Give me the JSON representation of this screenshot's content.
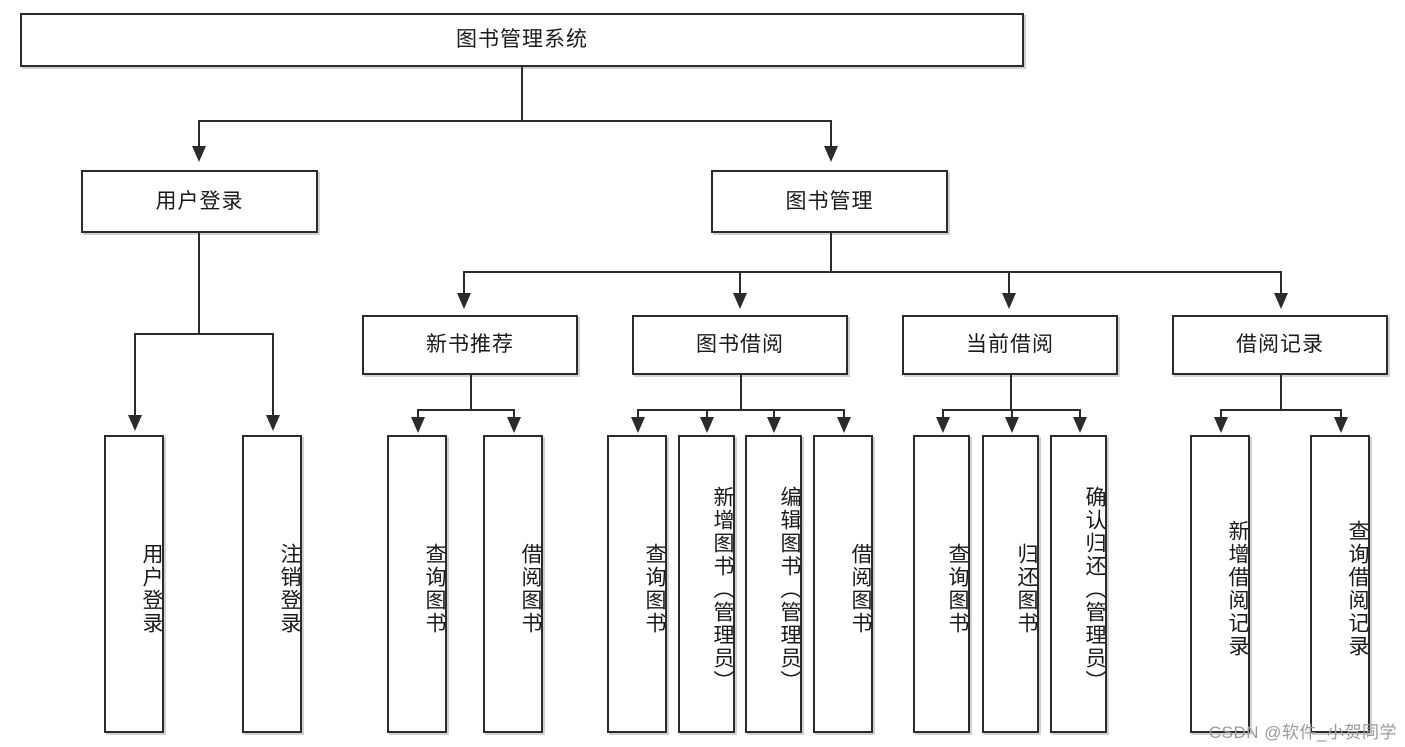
{
  "diagram": {
    "title": "图书管理系统",
    "type": "tree-hierarchy",
    "watermark": "CSDN @软件_小贺同学",
    "colors": {
      "box_border": "#2b2b2b",
      "box_fill": "#ffffff",
      "connector": "#2b2b2b",
      "text": "#1a1a1a",
      "watermark": "#9a9a9a"
    }
  },
  "root": {
    "label": "图书管理系统"
  },
  "level1": [
    {
      "label": "用户登录"
    },
    {
      "label": "图书管理"
    }
  ],
  "level2": [
    {
      "label": "新书推荐"
    },
    {
      "label": "图书借阅"
    },
    {
      "label": "当前借阅"
    },
    {
      "label": "借阅记录"
    }
  ],
  "leaves": {
    "user_login": [
      {
        "label": "用户登录"
      },
      {
        "label": "注销登录"
      }
    ],
    "new_book_recommend": [
      {
        "label": "查询图书"
      },
      {
        "label": "借阅图书"
      }
    ],
    "book_borrow": [
      {
        "label": "查询图书"
      },
      {
        "label": "新增图书（管理员）"
      },
      {
        "label": "编辑图书（管理员）"
      },
      {
        "label": "借阅图书"
      }
    ],
    "current_borrow": [
      {
        "label": "查询图书"
      },
      {
        "label": "归还图书"
      },
      {
        "label": "确认归还（管理员）"
      }
    ],
    "borrow_record": [
      {
        "label": "新增借阅记录"
      },
      {
        "label": "查询借阅记录"
      }
    ]
  }
}
